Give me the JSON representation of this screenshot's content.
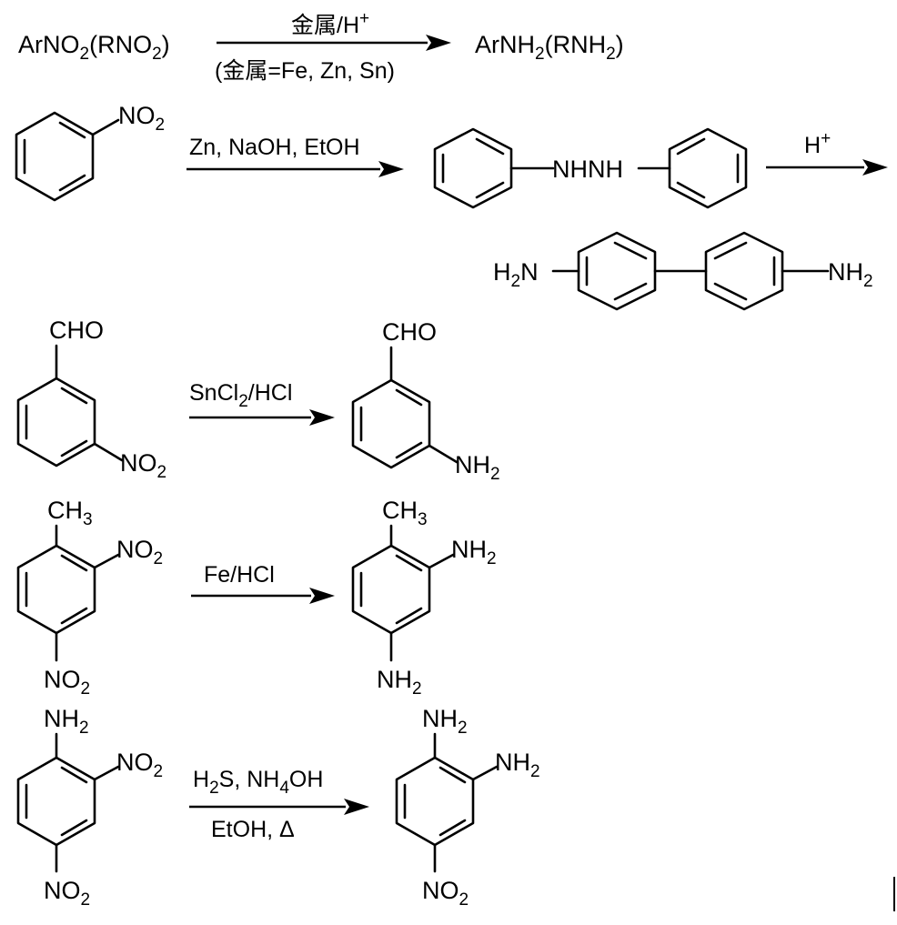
{
  "scheme": {
    "general": {
      "reactant_main": "ArNO",
      "reactant_sub": "2",
      "reactant_paren": "(RNO",
      "reactant_paren_sub": "2",
      "reactant_close": ")",
      "cond_top_main": "金属/H",
      "cond_top_sup": "+",
      "cond_bottom": "(金属=Fe, Zn, Sn)",
      "product_main": "ArNH",
      "product_sub": "2",
      "product_paren": "(RNH",
      "product_paren_sub": "2",
      "product_close": ")"
    },
    "benzidine": {
      "nitro_label": "NO",
      "nitro_sub": "2",
      "conditions": "Zn, NaOH, EtOH",
      "hydrazo_label": "NHNH",
      "acid_main": "H",
      "acid_sup": "+",
      "left_amine_h": "H",
      "left_amine_sub": "2",
      "left_amine_n": "N",
      "right_amine": "NH",
      "right_amine_sub": "2"
    },
    "aldehyde": {
      "cho": "CHO",
      "nitro_label": "NO",
      "nitro_sub": "2",
      "cond_main": "SnCl",
      "cond_sub": "2",
      "cond_end": "/HCl",
      "prod_cho": "CHO",
      "amine": "NH",
      "amine_sub": "2"
    },
    "toluene": {
      "methyl": "CH",
      "methyl_sub": "3",
      "nitro_label": "NO",
      "nitro_sub": "2",
      "nitro2_label": "NO",
      "nitro2_sub": "2",
      "conditions": "Fe/HCl",
      "prod_methyl": "CH",
      "prod_methyl_sub": "3",
      "amine1": "NH",
      "amine1_sub": "2",
      "amine2": "NH",
      "amine2_sub": "2"
    },
    "dinitroaniline": {
      "amine": "NH",
      "amine_sub": "2",
      "nitro1": "NO",
      "nitro1_sub": "2",
      "nitro2": "NO",
      "nitro2_sub": "2",
      "cond1_a": "H",
      "cond1_a_sub": "2",
      "cond1_b": "S, NH",
      "cond1_b_sub": "4",
      "cond1_c": "OH",
      "cond2": "EtOH, Δ",
      "prod_amine1": "NH",
      "prod_amine1_sub": "2",
      "prod_amine2": "NH",
      "prod_amine2_sub": "2",
      "prod_nitro": "NO",
      "prod_nitro_sub": "2"
    }
  }
}
